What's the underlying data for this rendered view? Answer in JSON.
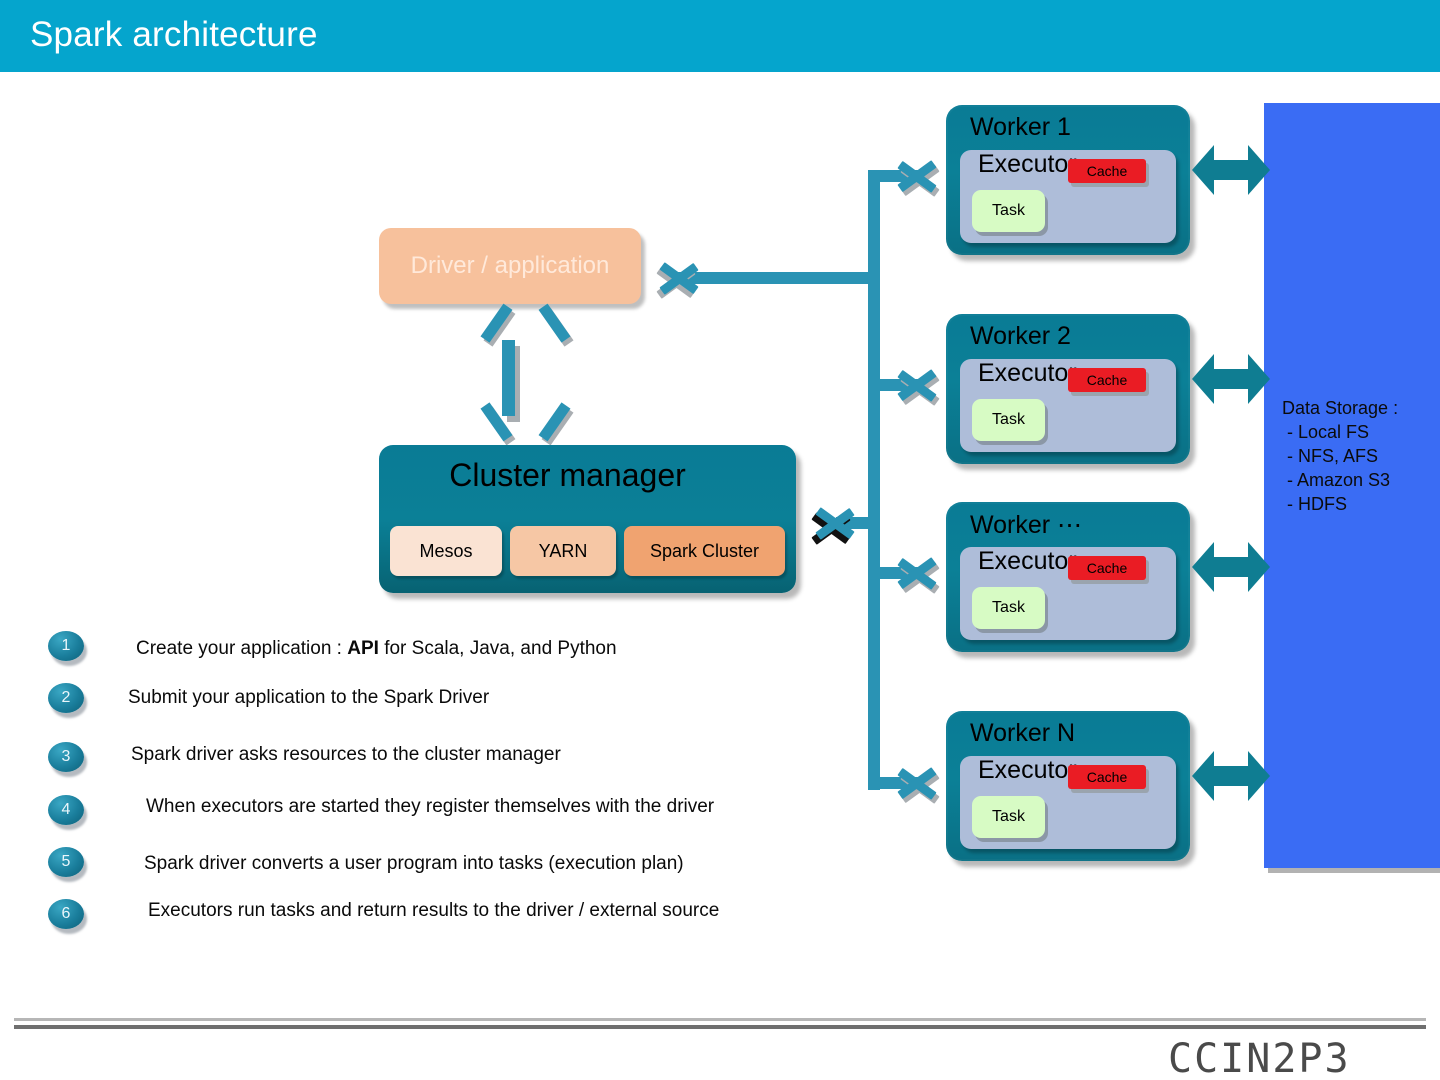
{
  "header": {
    "title": "Spark architecture",
    "bar_color": "#05a5cd"
  },
  "driver": {
    "label": "Driver / application",
    "fill_color": "#f7c19c",
    "text_color": "#ffe9da"
  },
  "cluster_manager": {
    "title": "Cluster manager",
    "fill_color": "#0b8097",
    "options": [
      {
        "label": "Mesos",
        "fill_color": "#fae3d3"
      },
      {
        "label": "YARN",
        "fill_color": "#f6c7a5"
      },
      {
        "label": "Spark Cluster",
        "fill_color": "#f0a370"
      }
    ]
  },
  "workers": [
    {
      "title": "Worker 1",
      "executor_label": "Executor",
      "cache_label": "Cache",
      "task_label": "Task"
    },
    {
      "title": "Worker 2",
      "executor_label": "Executor",
      "cache_label": "Cache",
      "task_label": "Task"
    },
    {
      "title": "Worker ⋯",
      "executor_label": "Executor",
      "cache_label": "Cache",
      "task_label": "Task"
    },
    {
      "title": "Worker N",
      "executor_label": "Executor",
      "cache_label": "Cache",
      "task_label": "Task"
    }
  ],
  "worker_style": {
    "fill_color": "#0b8097",
    "executor_fill": "#aebdd9",
    "cache_fill": "#ea1c24",
    "task_fill": "#d7fbc4"
  },
  "data_storage": {
    "text": "Data Storage :\n - Local FS\n - NFS, AFS\n - Amazon S3\n - HDFS",
    "fill_color": "#3a6cf4"
  },
  "steps": [
    {
      "number": "1",
      "text_before": "Create your application : ",
      "bold": "API",
      "text_after": " for Scala, Java, and Python",
      "indent": 136
    },
    {
      "number": "2",
      "text_before": "Submit your application to the Spark Driver",
      "bold": "",
      "text_after": "",
      "indent": 128
    },
    {
      "number": "3",
      "text_before": "Spark driver asks resources to the cluster manager",
      "bold": "",
      "text_after": "",
      "indent": 131
    },
    {
      "number": "4",
      "text_before": "When executors are started they register themselves with the driver",
      "bold": "",
      "text_after": "",
      "indent": 146
    },
    {
      "number": "5",
      "text_before": "Spark driver converts a user program into tasks (execution plan)",
      "bold": "",
      "text_after": "",
      "indent": 144
    },
    {
      "number": "6",
      "text_before": "Executors run tasks and return results to the driver / external source",
      "bold": "",
      "text_after": "",
      "indent": 148
    }
  ],
  "footer": {
    "logo_text": "CCIN2P3"
  }
}
